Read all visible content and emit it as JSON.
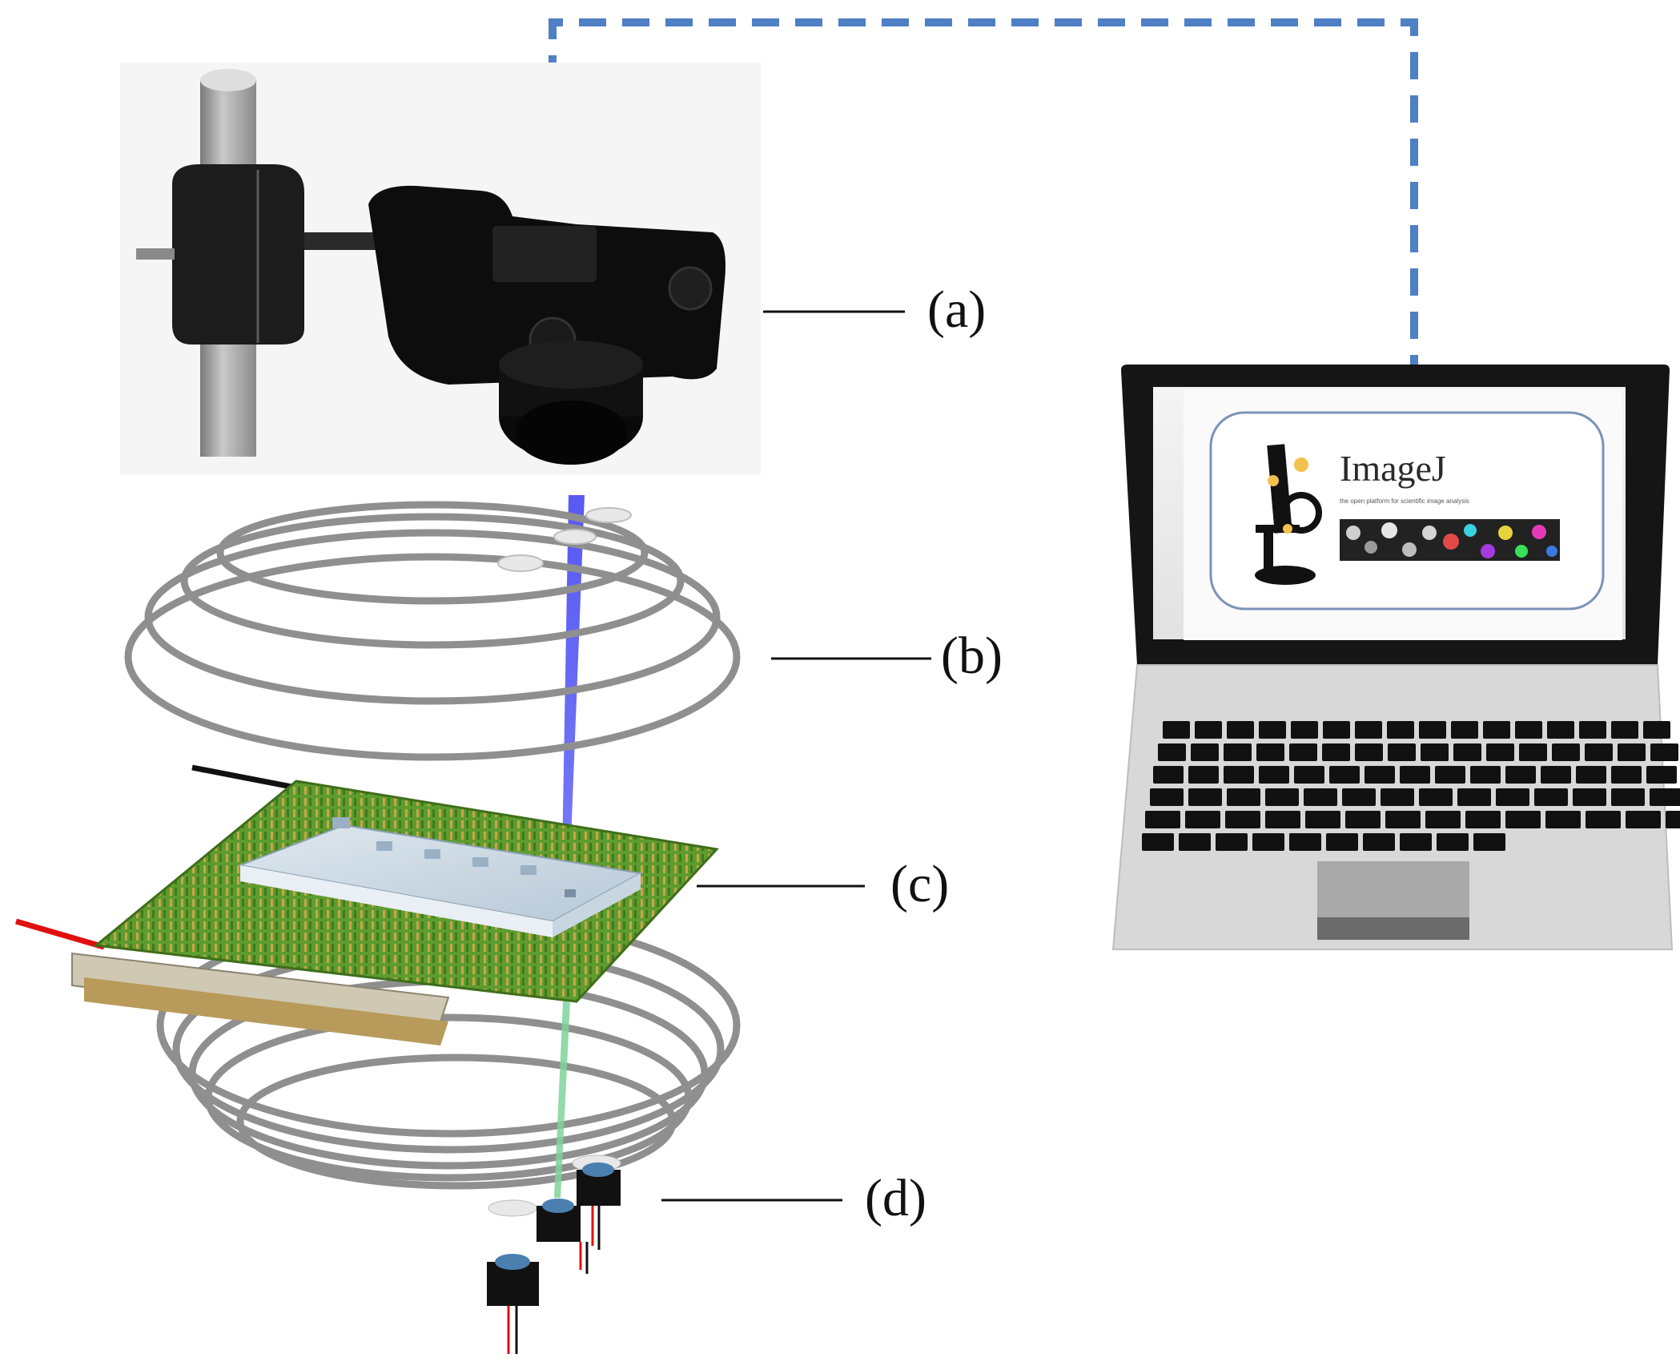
{
  "labels": {
    "a": "(a)",
    "b": "(b)",
    "c": "(c)",
    "d": "(d)"
  },
  "laptop_screen": {
    "logo_title": "ImageJ",
    "logo_tagline": "the open platform for scientific image analysis"
  },
  "colors": {
    "connection_line": "#4f7fc4",
    "blue_beam": "#3a3cf0",
    "green_beam": "#7fd49a",
    "pcb_green": "#5d9a2e",
    "camera_body": "#0d0d0d",
    "rod": "#a9a9a9",
    "coil": "#8f8f8f",
    "laptop_frame": "#151515",
    "laptop_base": "#d4d4d4",
    "red_wire": "#e01010"
  },
  "icons": [
    "camera-on-rod-clamp",
    "excitation-coil",
    "pcb-with-microfluidic-chip",
    "led-sources",
    "laptop-with-imagej"
  ]
}
